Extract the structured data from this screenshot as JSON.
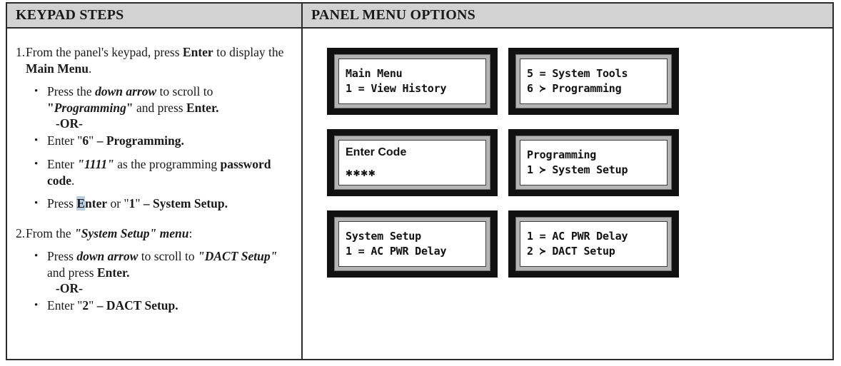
{
  "table": {
    "headers": {
      "left": "KEYPAD STEPS",
      "right": "PANEL MENU OPTIONS"
    }
  },
  "steps": [
    {
      "number": "1.",
      "lead_parts": [
        {
          "text": "From the panel's keypad, press ",
          "style": "normal"
        },
        {
          "text": "Enter",
          "style": "bold"
        },
        {
          "text": " to display the ",
          "style": "normal"
        },
        {
          "text": "Main Menu",
          "style": "bold"
        },
        {
          "text": ".",
          "style": "normal"
        }
      ],
      "bullets": [
        {
          "parts": [
            {
              "text": "Press the ",
              "style": "normal"
            },
            {
              "text": "down arrow",
              "style": "bold-italic"
            },
            {
              "text": " to scroll to ",
              "style": "normal"
            },
            {
              "text": "\"",
              "style": "bold"
            },
            {
              "text": "Programming",
              "style": "bold-italic"
            },
            {
              "text": "\"",
              "style": "bold"
            },
            {
              "text": " and press ",
              "style": "normal"
            },
            {
              "text": "Enter.",
              "style": "bold"
            }
          ],
          "or_after": "-OR-"
        },
        {
          "parts": [
            {
              "text": "Enter \"",
              "style": "normal"
            },
            {
              "text": "6",
              "style": "bold"
            },
            {
              "text": "\" ",
              "style": "normal"
            },
            {
              "text": "– ",
              "style": "bold"
            },
            {
              "text": "Programming.",
              "style": "bold"
            }
          ]
        },
        {
          "parts": [
            {
              "text": "Enter ",
              "style": "normal"
            },
            {
              "text": "\"1111\"",
              "style": "bold-italic"
            },
            {
              "text": " as the programming ",
              "style": "normal"
            },
            {
              "text": "password code",
              "style": "bold"
            },
            {
              "text": ".",
              "style": "normal"
            }
          ]
        },
        {
          "parts": [
            {
              "text": "Press ",
              "style": "normal"
            },
            {
              "text": "E",
              "style": "selected"
            },
            {
              "text": "nter",
              "style": "bold"
            },
            {
              "text": " or \"",
              "style": "normal"
            },
            {
              "text": "1",
              "style": "bold"
            },
            {
              "text": "\" ",
              "style": "normal"
            },
            {
              "text": "–  ",
              "style": "bold"
            },
            {
              "text": "System Setup.",
              "style": "bold"
            }
          ]
        }
      ]
    },
    {
      "number": "2.",
      "lead_parts": [
        {
          "text": "From the ",
          "style": "normal"
        },
        {
          "text": "\"System Setup\" menu",
          "style": "bold-italic"
        },
        {
          "text": ":",
          "style": "normal"
        }
      ],
      "bullets": [
        {
          "parts": [
            {
              "text": "Press ",
              "style": "normal"
            },
            {
              "text": "down arrow",
              "style": "bold-italic"
            },
            {
              "text": " to scroll to ",
              "style": "normal"
            },
            {
              "text": "\"DACT Setup\"",
              "style": "bold-italic"
            },
            {
              "text": " and press ",
              "style": "normal"
            },
            {
              "text": "Enter.",
              "style": "bold"
            }
          ],
          "or_after": "-OR-"
        },
        {
          "parts": [
            {
              "text": "Enter \"",
              "style": "normal"
            },
            {
              "text": "2",
              "style": "bold"
            },
            {
              "text": "\" ",
              "style": "normal"
            },
            {
              "text": "– ",
              "style": "bold"
            },
            {
              "text": "DACT Setup.",
              "style": "bold"
            }
          ]
        }
      ]
    }
  ],
  "panels": [
    {
      "name": "main-menu",
      "font": "mono",
      "line1": "Main Menu",
      "line2": "1 = View History"
    },
    {
      "name": "system-tools-programming",
      "font": "mono",
      "line1": "5 = System Tools",
      "line2": "6 ≻ Programming"
    },
    {
      "name": "enter-code",
      "font": "sans",
      "line1": "Enter Code",
      "line2": "✱✱✱✱"
    },
    {
      "name": "programming-system-setup",
      "font": "mono",
      "line1": "Programming",
      "line2": "1 ≻ System Setup"
    },
    {
      "name": "system-setup",
      "font": "mono",
      "line1": "System Setup",
      "line2": "1 = AC PWR Delay"
    },
    {
      "name": "ac-pwr-dact-setup",
      "font": "mono",
      "line1": "1 = AC PWR Delay",
      "line2": "2 ≻ DACT Setup"
    }
  ],
  "colors": {
    "header_bg": "#d2d2d2",
    "border": "#2b2b2b",
    "lcd_bezel": "#111111",
    "lcd_frame": "#b4b4b4",
    "lcd_screen": "#ffffff",
    "selection_highlight": "#b9cee1"
  }
}
